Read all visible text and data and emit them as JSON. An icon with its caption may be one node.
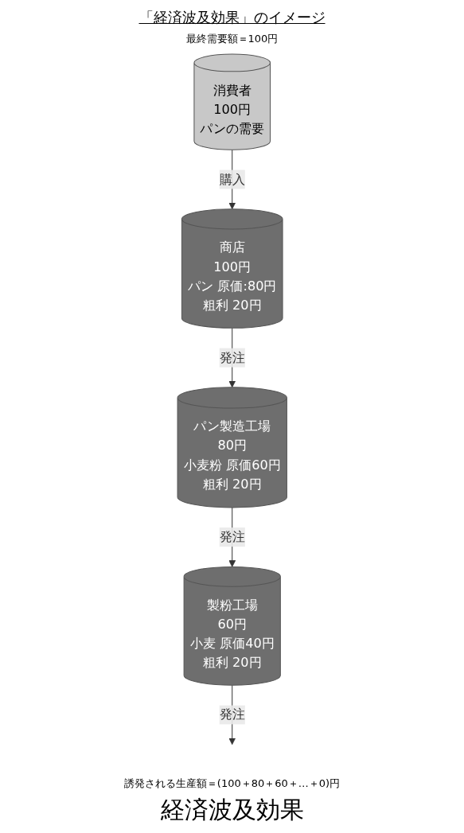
{
  "diagram": {
    "title": "「経済波及効果」のイメージ",
    "nodes": [
      {
        "text": [
          "消費者",
          "100円",
          "パンの需要"
        ]
      },
      {
        "text": [
          "商店",
          "100円",
          "パン 原価:80円",
          "粗利 20円"
        ]
      },
      {
        "text": [
          "パン製造工場",
          "80円",
          "小麦粉 原価60円",
          "粗利 20円"
        ]
      },
      {
        "text": [
          "製粉工場",
          "60円",
          "小麦 原価40円",
          "粗利 20円"
        ]
      }
    ],
    "edges": [
      {
        "from": 0,
        "to": 1,
        "arrow": "to",
        "label": "購入"
      },
      {
        "from": 1,
        "to": 2,
        "arrow": "to",
        "label": "発注"
      },
      {
        "from": 2,
        "to": 3,
        "arrow": "to",
        "label": "発注"
      },
      {
        "from": 3,
        "to": null,
        "arrow": "to",
        "label": "発注"
      }
    ],
    "labels": [
      "最終需要額＝100円",
      "誘発される生産額＝(100＋80＋60＋…＋0)円",
      "経済波及効果"
    ]
  }
}
